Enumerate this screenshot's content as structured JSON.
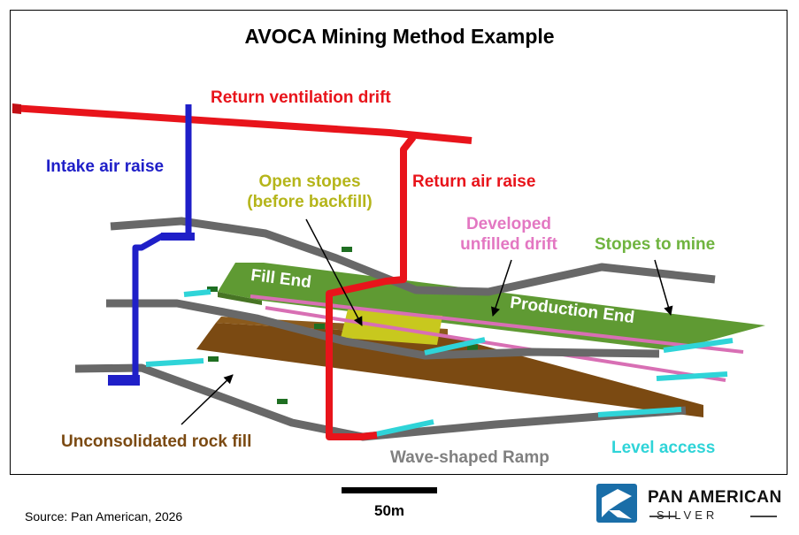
{
  "title": "AVOCA  Mining Method Example",
  "labels": {
    "return_vent_drift": "Return ventilation drift",
    "intake_air_raise": "Intake air raise",
    "return_air_raise": "Return air raise",
    "open_stopes_1": "Open stopes",
    "open_stopes_2": "(before backfill)",
    "developed_1": "Developed",
    "developed_2": "unfilled drift",
    "stopes_to_mine": "Stopes to mine",
    "fill_end": "Fill End",
    "production_end": "Production End",
    "rock_fill": "Unconsolidated rock fill",
    "ramp": "Wave-shaped Ramp",
    "level_access": "Level access"
  },
  "scale": {
    "label": "50m"
  },
  "source": "Source: Pan American, 2026",
  "logo": {
    "name": "PAN AMERICAN",
    "sub": "SILVER"
  },
  "colors": {
    "return_air": "#e8141b",
    "intake_air": "#1f1fc8",
    "open_stopes": "#b5b51a",
    "developed_drift": "#e377c2",
    "stopes_to_mine": "#6fb43f",
    "rock_fill": "#7b4a12",
    "ramp": "#808080",
    "level_access": "#2fd4d8",
    "logo_blue": "#1a6ea8"
  }
}
